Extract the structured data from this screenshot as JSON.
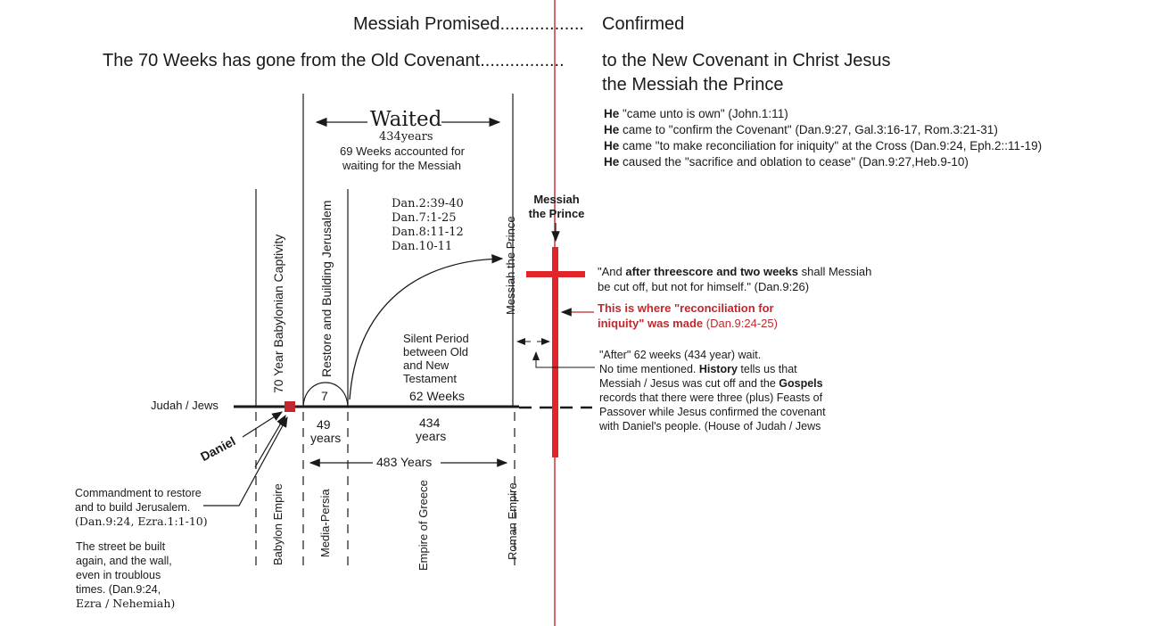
{
  "header": {
    "line1_left": "Messiah Promised.................",
    "line1_right": "Confirmed",
    "line2_left": "The 70 Weeks has gone from the Old Covenant.................",
    "line2_right": "to the New Covenant in Christ Jesus",
    "line3_right": "the Messiah the Prince"
  },
  "he_list": [
    {
      "he": "He",
      "text": " \"came unto is own\" (John.1:11)"
    },
    {
      "he": "He",
      "text": " came to \"confirm the Covenant\" (Dan.9:27, Gal.3:16-17, Rom.3:21-31)"
    },
    {
      "he": "He",
      "text": " came \"to make reconciliation for iniquity\" at the Cross (Dan.9:24, Eph.2::11-19)"
    },
    {
      "he": "He",
      "text": " caused the \"sacrifice and oblation to cease\" (Dan.9:27,Heb.9-10)"
    }
  ],
  "waited": {
    "title": "Waited",
    "years": "434years",
    "line1": "69 Weeks accounted for",
    "line2": "waiting for the Messiah"
  },
  "dan_refs": [
    "Dan.2:39-40",
    "Dan.7:1-25",
    "Dan.8:11-12",
    "Dan.10-11"
  ],
  "messiah_label": {
    "line1": "Messiah",
    "line2": "the Prince"
  },
  "vertical_labels": {
    "captivity": "70 Year Babylonian Captivity",
    "restore": "Restore and Building Jerusalem",
    "messiah": "Messiah the Prince",
    "babylon": "Babylon Empire",
    "media": "Media-Persia",
    "greece": "Empire of Greece",
    "rome": "Roman Empire"
  },
  "timeline": {
    "judah": "Judah / Jews",
    "seven": "7",
    "weeks62": "62 Weeks",
    "y49": "49",
    "y49b": "years",
    "y434": "434",
    "y434b": "years",
    "y483": "483 Years"
  },
  "silent": [
    "Silent Period",
    "between Old",
    "and New",
    "Testament"
  ],
  "quote": {
    "pre": "\"And ",
    "bold": "after threescore and two weeks",
    "post": " shall Messiah",
    "line2": "be cut off, but not for himself.\" (Dan.9:26)"
  },
  "reconciliation": {
    "line1": "This is where \"reconciliation for",
    "line2": "iniquity\" was made",
    "ref": " (Dan.9:24-25)"
  },
  "after": {
    "l1": "\"After\" 62 weeks (434 year) wait.",
    "l2a": "No time mentioned. ",
    "l2b": "History",
    "l2c": " tells us that",
    "l3a": "Messiah / Jesus was cut off and the ",
    "l3b": "Gospels",
    "l4": "records that there were three (plus) Feasts of",
    "l5": "Passover while Jesus confirmed the covenant",
    "l6": "with Daniel's people. (House of Judah / Jews"
  },
  "daniel": "Daniel",
  "commandment": [
    "Commandment to restore",
    "and to build Jerusalem.",
    "(Dan.9:24, Ezra.1:1-10)"
  ],
  "street": [
    "The street be built",
    "again, and the wall,",
    "even in troublous",
    "times. (Dan.9:24,",
    "Ezra / Nehemiah)"
  ],
  "colors": {
    "cross": "#e0262b",
    "accent_text": "#b4282e",
    "line": "#1a1a1a"
  }
}
